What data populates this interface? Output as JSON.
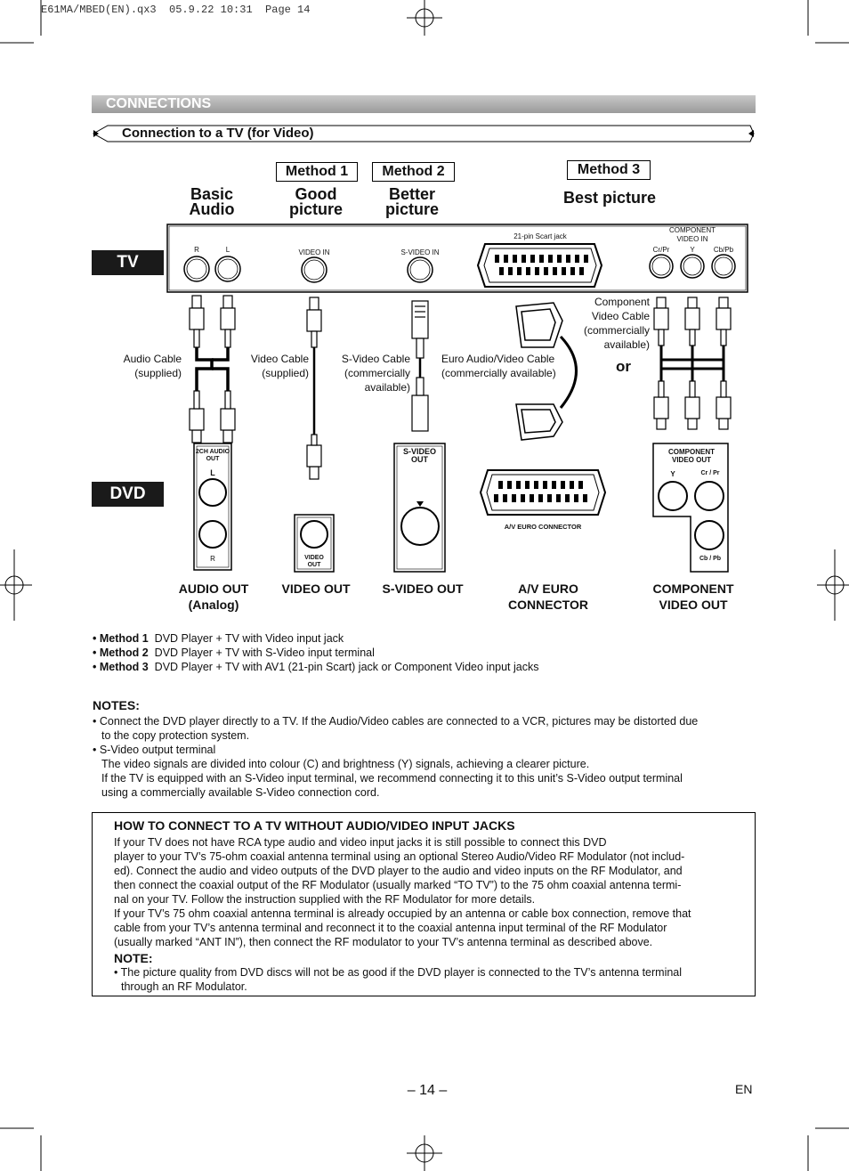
{
  "print_header": "E61MA/MBED(EN).qx3  05.9.22 10:31  Page 14",
  "section": {
    "title": "CONNECTIONS"
  },
  "subsection": {
    "title": "Connection to a TV (for Video)"
  },
  "methods": {
    "m1": "Method 1",
    "m2": "Method 2",
    "m3": "Method 3"
  },
  "quality": {
    "basic_line1": "Basic",
    "basic_line2": "Audio",
    "good_line1": "Good",
    "good_line2": "picture",
    "better_line1": "Better",
    "better_line2": "picture",
    "best": "Best picture"
  },
  "tags": {
    "tv": "TV",
    "dvd": "DVD"
  },
  "tv_panel": {
    "r": "R",
    "l": "L",
    "video_in": "VIDEO IN",
    "svideo_in": "S-VIDEO IN",
    "scart": "21-pin Scart jack",
    "component_line1": "COMPONENT",
    "component_line2": "VIDEO IN",
    "cr": "Cr/Pr",
    "y": "Y",
    "cb": "Cb/Pb"
  },
  "cables": {
    "audio_line1": "Audio Cable",
    "audio_line2": "(supplied)",
    "video_line1": "Video Cable",
    "video_line2": "(supplied)",
    "svideo_line1": "S-Video Cable",
    "svideo_line2": "(commercially",
    "svideo_line3": "available)",
    "euro_line1": "Euro Audio/Video Cable",
    "euro_line2": "(commercially available)",
    "comp_line1": "Component",
    "comp_line2": "Video Cable",
    "comp_line3": "(commercially",
    "comp_line4": "available)",
    "or": "or"
  },
  "dvd_panel": {
    "audio_title_line1": "2CH AUDIO",
    "audio_title_line2": "OUT",
    "audio_l": "L",
    "audio_r": "R",
    "video_title_line1": "VIDEO",
    "video_title_line2": "OUT",
    "svideo_title_line1": "S-VIDEO",
    "svideo_title_line2": "OUT",
    "euro_title": "A/V EURO CONNECTOR",
    "comp_title_line1": "COMPONENT",
    "comp_title_line2": "VIDEO OUT",
    "comp_y": "Y",
    "comp_cr": "Cr / Pr",
    "comp_cb": "Cb / Pb"
  },
  "outputs": {
    "audio_line1": "AUDIO OUT",
    "audio_line2": "(Analog)",
    "video": "VIDEO OUT",
    "svideo": "S-VIDEO OUT",
    "euro_line1": "A/V EURO",
    "euro_line2": "CONNECTOR",
    "comp_line1": "COMPONENT",
    "comp_line2": "VIDEO OUT"
  },
  "method_list": [
    {
      "label": "• Method 1",
      "text": "DVD Player + TV with Video input jack"
    },
    {
      "label": "• Method 2",
      "text": "DVD Player + TV with S-Video input terminal"
    },
    {
      "label": "• Method 3",
      "text": "DVD Player + TV with AV1 (21-pin Scart) jack or Component Video input jacks"
    }
  ],
  "notes": {
    "heading": "NOTES:",
    "n1_line1": "• Connect the DVD player directly to a TV. If the Audio/Video cables are connected to a VCR, pictures may be distorted due",
    "n1_line2": "to the copy protection system.",
    "n2_line1": "• S-Video output terminal",
    "n2_line2": "The video signals are divided into colour (C) and brightness (Y) signals, achieving a clearer picture.",
    "n2_line3": "If the TV is equipped with an S-Video input terminal, we recommend connecting it to this unit’s S-Video output terminal",
    "n2_line4": "using a commercially available S-Video connection cord."
  },
  "howto": {
    "heading": "HOW TO CONNECT TO A TV WITHOUT AUDIO/VIDEO INPUT JACKS",
    "l1": "If your TV does not have RCA type audio and video input jacks it is still possible to connect this DVD",
    "l2": "player to your TV’s 75-ohm coaxial antenna terminal using an optional Stereo Audio/Video RF Modulator (not includ-",
    "l3": "ed). Connect the audio and video outputs of the DVD player to the audio and video inputs on the RF Modulator, and",
    "l4": "then connect the coaxial output of the RF Modulator (usually marked “TO TV”) to the 75 ohm coaxial antenna termi-",
    "l5": "nal on your TV. Follow the instruction supplied with the RF Modulator for more details.",
    "l6": "If your TV’s 75 ohm coaxial antenna terminal is already occupied by an antenna or cable box connection, remove that",
    "l7": "cable from your TV’s antenna terminal and reconnect it to the coaxial antenna input terminal of the RF Modulator",
    "l8": "(usually marked “ANT IN”), then connect the RF modulator to your TV’s antenna terminal as described above.",
    "note_heading": "NOTE:",
    "note_line1": "• The picture quality from DVD discs will not be as good if the DVD player is connected to the TV’s antenna terminal",
    "note_line2": "through an RF Modulator."
  },
  "footer": {
    "page": "– 14 –",
    "lang": "EN"
  }
}
